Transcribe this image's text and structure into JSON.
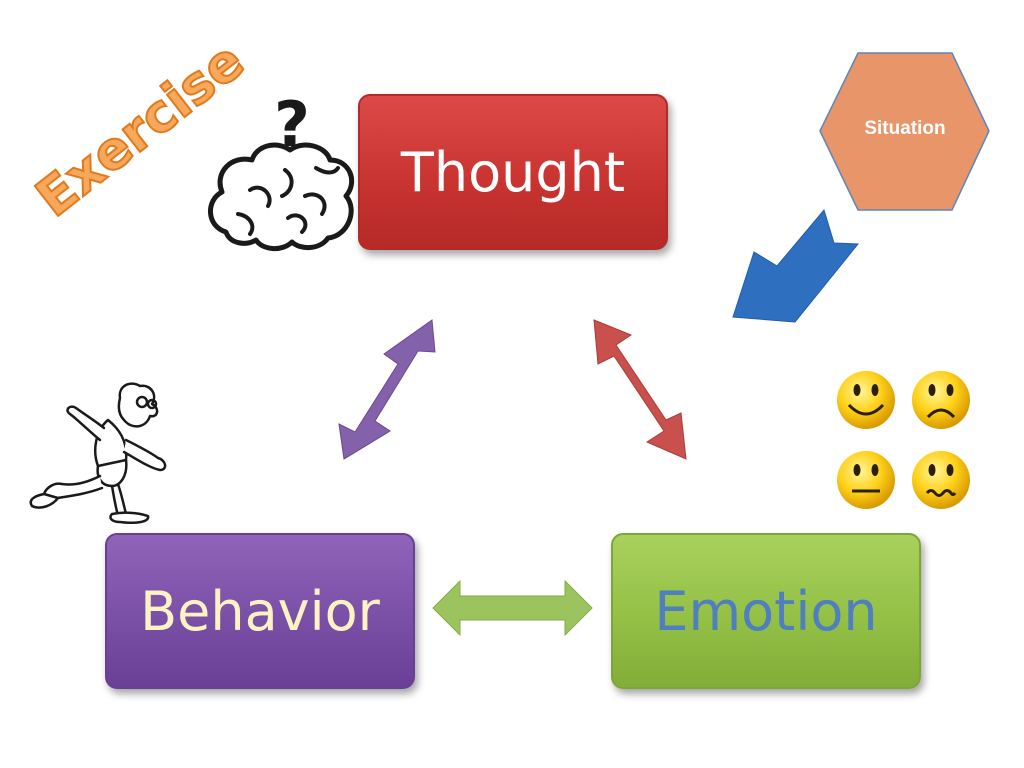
{
  "nodes": {
    "thought": "Thought",
    "behavior": "Behavior",
    "emotion": "Emotion",
    "situation": "Situation"
  },
  "decoration_text": {
    "exercise": "Exercise",
    "question_mark": "?"
  },
  "colors": {
    "thought_fill": "#c93431",
    "behavior_fill": "#7a4fa6",
    "emotion_fill": "#93c045",
    "situation_fill": "#e8956a",
    "arrow_purple": "#8461ab",
    "arrow_red": "#c9504c",
    "arrow_green": "#9bc45f",
    "arrow_blue": "#2e6fbf",
    "emotion_text": "#4f7fc0",
    "behavior_text": "#fff3c4"
  },
  "icons": [
    "brain-icon",
    "running-man-icon",
    "happy-face-icon",
    "sad-face-icon",
    "neutral-face-icon",
    "worried-face-icon"
  ]
}
